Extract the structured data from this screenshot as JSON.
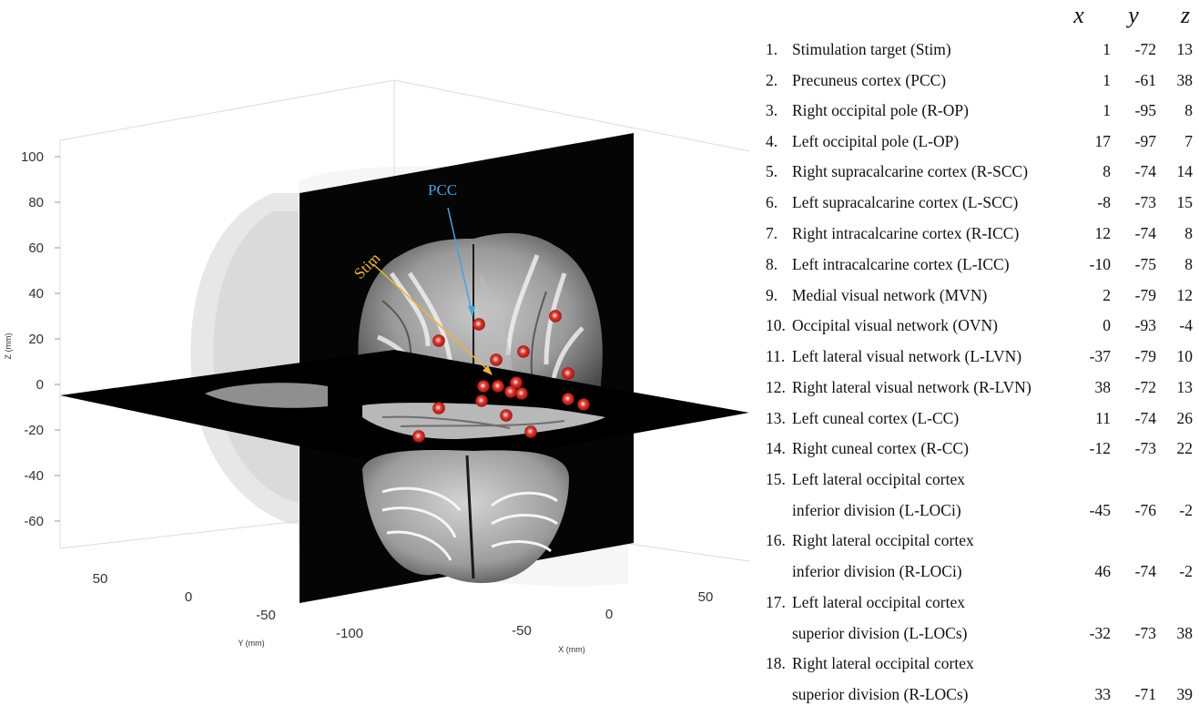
{
  "plot": {
    "z_axis_label": "Z (mm)",
    "y_axis_label": "Y (mm)",
    "x_axis_label": "X (mm)",
    "z_ticks": [
      "100",
      "80",
      "60",
      "40",
      "20",
      "0",
      "-20",
      "-40",
      "-60"
    ],
    "y_ticks": [
      "50",
      "0",
      "-50",
      "-100"
    ],
    "x_ticks": [
      "50",
      "0",
      "-50"
    ],
    "annotations": {
      "pcc": {
        "text": "PCC",
        "color": "#3ea6e0"
      },
      "stim": {
        "text": "Stim",
        "color": "#f0b52d"
      }
    },
    "marker_color": "#e0322a",
    "marker_count": 18
  },
  "table": {
    "header": {
      "x": "x",
      "y": "y",
      "z": "z"
    },
    "rows": [
      {
        "num": "1.",
        "label": "Stimulation target (Stim)",
        "x": "1",
        "y": "-72",
        "z": "13"
      },
      {
        "num": "2.",
        "label": "Precuneus cortex (PCC)",
        "x": "1",
        "y": "-61",
        "z": "38"
      },
      {
        "num": "3.",
        "label": "Right occipital pole (R-OP)",
        "x": "1",
        "y": "-95",
        "z": "8"
      },
      {
        "num": "4.",
        "label": "Left occipital pole (L-OP)",
        "x": "17",
        "y": "-97",
        "z": "7"
      },
      {
        "num": "5.",
        "label": "Right supracalcarine cortex (R-SCC)",
        "x": "8",
        "y": "-74",
        "z": "14"
      },
      {
        "num": "6.",
        "label": "Left supracalcarine cortex (L-SCC)",
        "x": "-8",
        "y": "-73",
        "z": "15"
      },
      {
        "num": "7.",
        "label": "Right intracalcarine cortex (R-ICC)",
        "x": "12",
        "y": "-74",
        "z": "8"
      },
      {
        "num": "8.",
        "label": "Left intracalcarine cortex (L-ICC)",
        "x": "-10",
        "y": "-75",
        "z": "8"
      },
      {
        "num": "9.",
        "label": "Medial visual network (MVN)",
        "x": "2",
        "y": "-79",
        "z": "12"
      },
      {
        "num": "10.",
        "label": "Occipital visual network (OVN)",
        "x": "0",
        "y": "-93",
        "z": "-4"
      },
      {
        "num": "11.",
        "label": "Left lateral visual network (L-LVN)",
        "x": "-37",
        "y": "-79",
        "z": "10"
      },
      {
        "num": "12.",
        "label": "Right lateral visual network (R-LVN)",
        "x": "38",
        "y": "-72",
        "z": "13"
      },
      {
        "num": "13.",
        "label": "Left cuneal cortex (L-CC)",
        "x": "11",
        "y": "-74",
        "z": "26"
      },
      {
        "num": "14.",
        "label": "Right cuneal cortex (R-CC)",
        "x": "-12",
        "y": "-73",
        "z": "22"
      },
      {
        "num": "15.",
        "label": "Left lateral occipital cortex",
        "label2": "inferior division (L-LOCi)",
        "x": "-45",
        "y": "-76",
        "z": "-2"
      },
      {
        "num": "16.",
        "label": "Right lateral occipital cortex",
        "label2": "inferior division (R-LOCi)",
        "x": "46",
        "y": "-74",
        "z": "-2"
      },
      {
        "num": "17.",
        "label": "Left lateral occipital cortex",
        "label2": "superior division (L-LOCs)",
        "x": "-32",
        "y": "-73",
        "z": "38"
      },
      {
        "num": "18.",
        "label": "Right lateral occipital cortex",
        "label2": "superior division (R-LOCs)",
        "x": "33",
        "y": "-71",
        "z": "39"
      }
    ]
  }
}
